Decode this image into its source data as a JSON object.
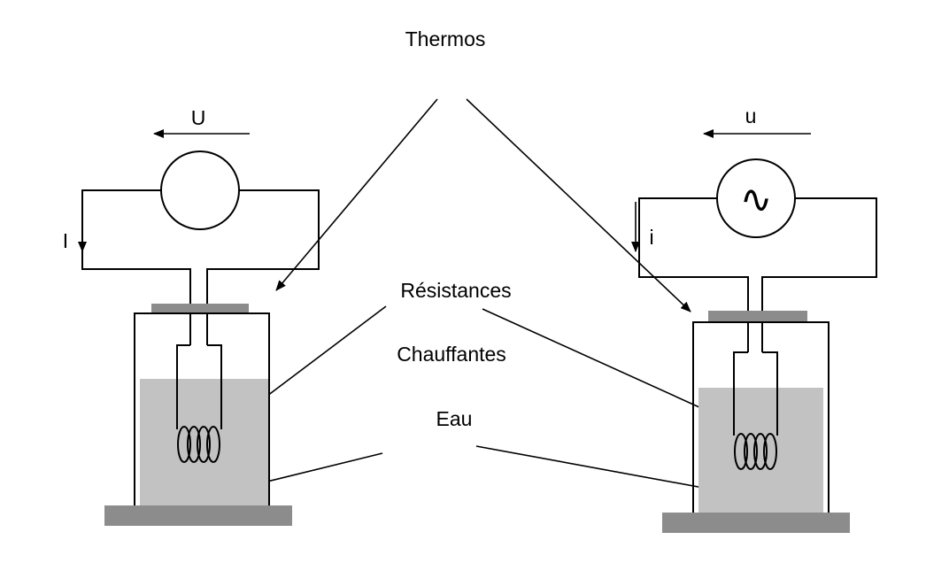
{
  "labels": {
    "thermos": "Thermos",
    "resistances": "Résistances",
    "chauffantes": "Chauffantes",
    "eau": "Eau"
  },
  "left_circuit": {
    "voltage_symbol": "U",
    "current_symbol": "I"
  },
  "right_circuit": {
    "voltage_symbol": "u",
    "current_symbol": "i",
    "source_glyph": "∿"
  },
  "colors": {
    "water": "#c2c2c2",
    "lid": "#8c8c8c",
    "base": "#8c8c8c",
    "line": "#000000"
  }
}
